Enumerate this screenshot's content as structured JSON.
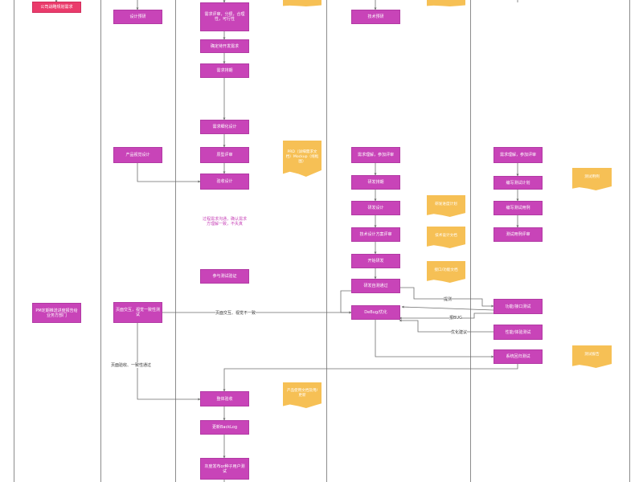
{
  "nodes": {
    "strategy": "公司战略规划需求",
    "design_research": "设计预研",
    "req_review": "需求评审，分很，合理性，可行性",
    "confirm_req": "确定待开发需求",
    "req_schedule": "需求排期",
    "req_refine": "需求细化设计",
    "product_design": "产品视觉设计",
    "proto_review": "原型评审",
    "interaction_design": "验收设计",
    "process_comm": "过程需求沟通，确认需求方理解一致，不失真",
    "join_test": "参与测试验证",
    "pm_report": "PM定期推送进度报告给业务方部门",
    "ui_check": "页面交互，视觉一致性测试",
    "tech_research": "技术预研",
    "dev_understand": "需求理解，参加评审",
    "dev_schedule": "研发排期",
    "dev_design": "研发设计",
    "tech_review": "技术设计方案评审",
    "start_dev": "开始研发",
    "self_test": "研发自测通过",
    "debug": "DeBug/优化",
    "qa_understand": "需求理解，参加评审",
    "write_plan": "编写测试计划",
    "write_cases": "编写测试用例",
    "case_review": "测试用例评审",
    "func_test": "功能/接口测试",
    "perf_test": "性能/体验测试",
    "regression": "系统回归测试",
    "overall_accept": "整体验收",
    "update_backlog": "更新BackLog",
    "gray_release": "灰度发布or种子用户测试"
  },
  "docs": {
    "prd": "PRD（详细需求文档）Mockup（线框图）",
    "dev_plan": "研发进度计划",
    "tech_doc": "技术设计文档",
    "api_doc": "接口/功能文档",
    "test_cases": "测试用例",
    "test_report": "测试报告",
    "product_manual": "产品使用文档及用/更新"
  },
  "edge_labels": {
    "ui_mismatch": "页面交互、视觉不一致",
    "ui_pass": "页面验收、一致性通过",
    "submit": "提测",
    "bug": "报BUG",
    "optimize": "优化建议"
  }
}
